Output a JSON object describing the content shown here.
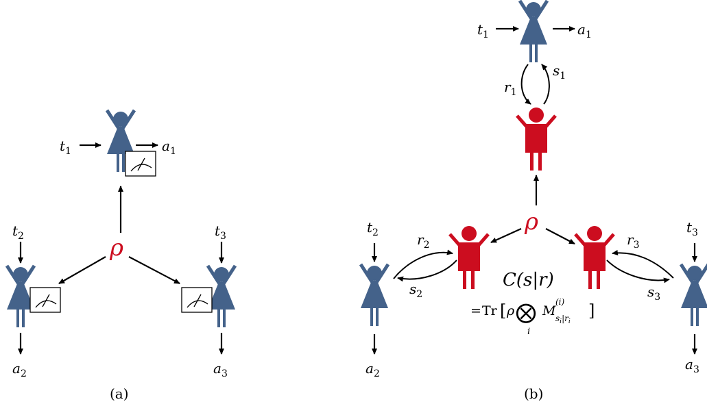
{
  "colors": {
    "party": "#44628a",
    "source": "#cc0d1f",
    "rho": "#cc0d1f",
    "ink": "#000000"
  },
  "icons": {
    "party": "woman-figure-icon",
    "source": "man-figure-icon",
    "meter": "measurement-meter-icon"
  },
  "panel_a": {
    "caption": "(a)",
    "state": "ρ",
    "party1": {
      "t": "t",
      "t_sub": "1",
      "a": "a",
      "a_sub": "1"
    },
    "party2": {
      "t": "t",
      "t_sub": "2",
      "a": "a",
      "a_sub": "2"
    },
    "party3": {
      "t": "t",
      "t_sub": "3",
      "a": "a",
      "a_sub": "3"
    }
  },
  "panel_b": {
    "caption": "(b)",
    "state": "ρ",
    "party1": {
      "t": "t",
      "t_sub": "1",
      "a": "a",
      "a_sub": "1",
      "r": "r",
      "r_sub": "1",
      "s": "s",
      "s_sub": "1"
    },
    "party2": {
      "t": "t",
      "t_sub": "2",
      "a": "a",
      "a_sub": "2",
      "r": "r",
      "r_sub": "2",
      "s": "s",
      "s_sub": "2"
    },
    "party3": {
      "t": "t",
      "t_sub": "3",
      "a": "a",
      "a_sub": "3",
      "r": "r",
      "r_sub": "3",
      "s": "s",
      "s_sub": "3"
    },
    "formula": {
      "lhs": "C(s|r)",
      "eq": "=",
      "tr": "Tr",
      "lbracket": "[",
      "rho": "ρ",
      "otimes": "⨂",
      "index": "i",
      "M": "M",
      "M_sup": "(i)",
      "M_sub": "s",
      "M_sub_i": "i",
      "M_sub_bar": "|",
      "M_sub_r": "r",
      "M_sub_r_i": "i",
      "rbracket": "]"
    }
  }
}
